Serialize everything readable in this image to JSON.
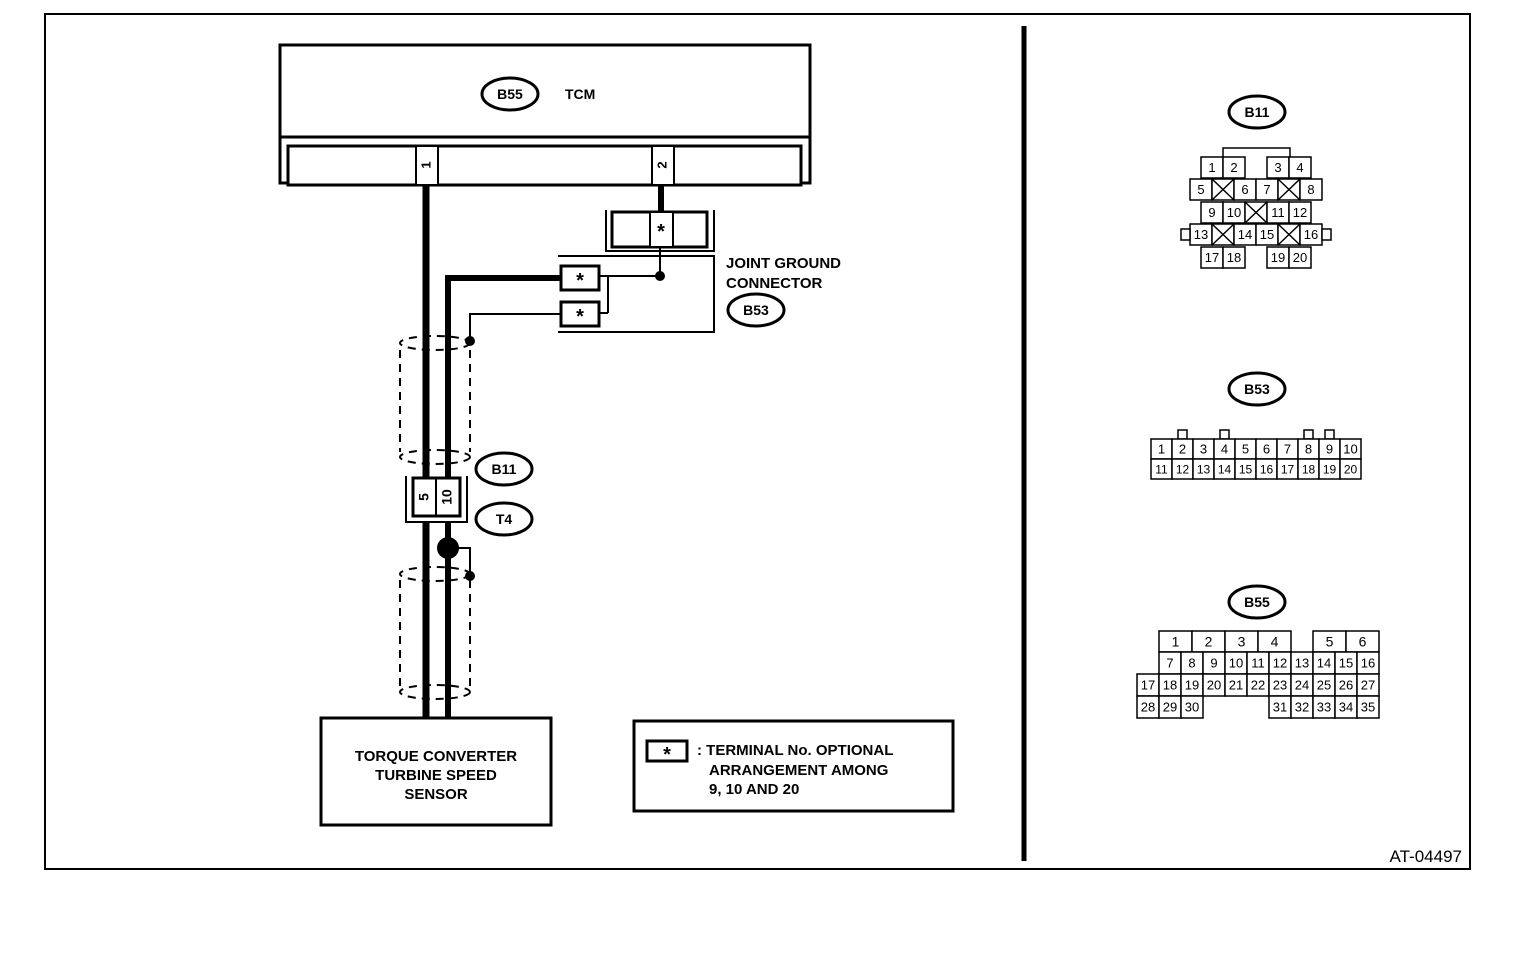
{
  "figure_id": "AT-04497",
  "tcm": {
    "connector": "B55",
    "label": "TCM",
    "pin_1": "1",
    "pin_2": "2"
  },
  "joint_ground": {
    "label_line1": "JOINT GROUND",
    "label_line2": "CONNECTOR",
    "connector": "B53",
    "star": "*"
  },
  "inline": {
    "connector_b11": "B11",
    "connector_t4": "T4",
    "pin_5": "5",
    "pin_10": "10"
  },
  "sensor": {
    "line1": "TORQUE CONVERTER",
    "line2": "TURBINE SPEED",
    "line3": "SENSOR"
  },
  "legend": {
    "symbol": "*",
    "line1": ": TERMINAL No. OPTIONAL",
    "line2": "ARRANGEMENT AMONG",
    "line3": "9, 10 AND 20"
  },
  "connector_views": {
    "b11": {
      "label": "B11",
      "rows": [
        [
          "1",
          "2",
          "",
          "3",
          "4"
        ],
        [
          "5",
          "X",
          "6",
          "7",
          "X",
          "8"
        ],
        [
          "9",
          "10",
          "X",
          "11",
          "12"
        ],
        [
          "13",
          "X",
          "14",
          "15",
          "X",
          "16"
        ],
        [
          "17",
          "18",
          "",
          "19",
          "20"
        ]
      ]
    },
    "b53": {
      "label": "B53",
      "row1": [
        "1",
        "2",
        "3",
        "4",
        "5",
        "6",
        "7",
        "8",
        "9",
        "10"
      ],
      "row2": [
        "11",
        "12",
        "13",
        "14",
        "15",
        "16",
        "17",
        "18",
        "19",
        "20"
      ]
    },
    "b55": {
      "label": "B55",
      "row1": [
        "1",
        "2",
        "3",
        "4",
        "",
        "5",
        "6"
      ],
      "row2": [
        "7",
        "8",
        "9",
        "10",
        "11",
        "12",
        "13",
        "14",
        "15",
        "16"
      ],
      "row3": [
        "17",
        "18",
        "19",
        "20",
        "21",
        "22",
        "23",
        "24",
        "25",
        "26",
        "27"
      ],
      "row4": [
        "28",
        "29",
        "30",
        "31",
        "32",
        "33",
        "34",
        "35"
      ]
    }
  }
}
